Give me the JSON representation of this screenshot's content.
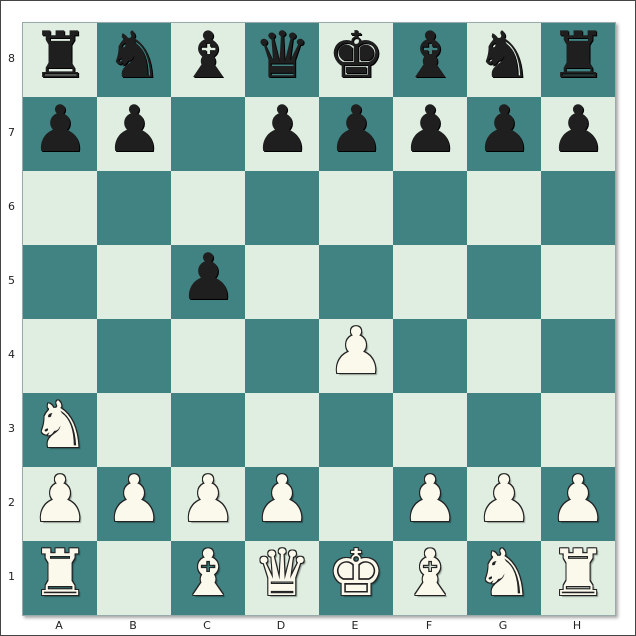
{
  "board": {
    "files": [
      "A",
      "B",
      "C",
      "D",
      "E",
      "F",
      "G",
      "H"
    ],
    "ranks": [
      "8",
      "7",
      "6",
      "5",
      "4",
      "3",
      "2",
      "1"
    ],
    "light_color": "#dfeee0",
    "dark_color": "#418282",
    "rows": [
      [
        {
          "square": "a8",
          "piece": "rook",
          "color": "black",
          "glyph": "♜"
        },
        {
          "square": "b8",
          "piece": "knight",
          "color": "black",
          "glyph": "♞"
        },
        {
          "square": "c8",
          "piece": "bishop",
          "color": "black",
          "glyph": "♝"
        },
        {
          "square": "d8",
          "piece": "queen",
          "color": "black",
          "glyph": "♛"
        },
        {
          "square": "e8",
          "piece": "king",
          "color": "black",
          "glyph": "♚"
        },
        {
          "square": "f8",
          "piece": "bishop",
          "color": "black",
          "glyph": "♝"
        },
        {
          "square": "g8",
          "piece": "knight",
          "color": "black",
          "glyph": "♞"
        },
        {
          "square": "h8",
          "piece": "rook",
          "color": "black",
          "glyph": "♜"
        }
      ],
      [
        {
          "square": "a7",
          "piece": "pawn",
          "color": "black",
          "glyph": "♟"
        },
        {
          "square": "b7",
          "piece": "pawn",
          "color": "black",
          "glyph": "♟"
        },
        {
          "square": "c7",
          "piece": null
        },
        {
          "square": "d7",
          "piece": "pawn",
          "color": "black",
          "glyph": "♟"
        },
        {
          "square": "e7",
          "piece": "pawn",
          "color": "black",
          "glyph": "♟"
        },
        {
          "square": "f7",
          "piece": "pawn",
          "color": "black",
          "glyph": "♟"
        },
        {
          "square": "g7",
          "piece": "pawn",
          "color": "black",
          "glyph": "♟"
        },
        {
          "square": "h7",
          "piece": "pawn",
          "color": "black",
          "glyph": "♟"
        }
      ],
      [
        {
          "square": "a6",
          "piece": null
        },
        {
          "square": "b6",
          "piece": null
        },
        {
          "square": "c6",
          "piece": null
        },
        {
          "square": "d6",
          "piece": null
        },
        {
          "square": "e6",
          "piece": null
        },
        {
          "square": "f6",
          "piece": null
        },
        {
          "square": "g6",
          "piece": null
        },
        {
          "square": "h6",
          "piece": null
        }
      ],
      [
        {
          "square": "a5",
          "piece": null
        },
        {
          "square": "b5",
          "piece": null
        },
        {
          "square": "c5",
          "piece": "pawn",
          "color": "black",
          "glyph": "♟"
        },
        {
          "square": "d5",
          "piece": null
        },
        {
          "square": "e5",
          "piece": null
        },
        {
          "square": "f5",
          "piece": null
        },
        {
          "square": "g5",
          "piece": null
        },
        {
          "square": "h5",
          "piece": null
        }
      ],
      [
        {
          "square": "a4",
          "piece": null
        },
        {
          "square": "b4",
          "piece": null
        },
        {
          "square": "c4",
          "piece": null
        },
        {
          "square": "d4",
          "piece": null
        },
        {
          "square": "e4",
          "piece": "pawn",
          "color": "white",
          "glyph": "♟"
        },
        {
          "square": "f4",
          "piece": null
        },
        {
          "square": "g4",
          "piece": null
        },
        {
          "square": "h4",
          "piece": null
        }
      ],
      [
        {
          "square": "a3",
          "piece": "knight",
          "color": "white",
          "glyph": "♞"
        },
        {
          "square": "b3",
          "piece": null
        },
        {
          "square": "c3",
          "piece": null
        },
        {
          "square": "d3",
          "piece": null
        },
        {
          "square": "e3",
          "piece": null
        },
        {
          "square": "f3",
          "piece": null
        },
        {
          "square": "g3",
          "piece": null
        },
        {
          "square": "h3",
          "piece": null
        }
      ],
      [
        {
          "square": "a2",
          "piece": "pawn",
          "color": "white",
          "glyph": "♟"
        },
        {
          "square": "b2",
          "piece": "pawn",
          "color": "white",
          "glyph": "♟"
        },
        {
          "square": "c2",
          "piece": "pawn",
          "color": "white",
          "glyph": "♟"
        },
        {
          "square": "d2",
          "piece": "pawn",
          "color": "white",
          "glyph": "♟"
        },
        {
          "square": "e2",
          "piece": null
        },
        {
          "square": "f2",
          "piece": "pawn",
          "color": "white",
          "glyph": "♟"
        },
        {
          "square": "g2",
          "piece": "pawn",
          "color": "white",
          "glyph": "♟"
        },
        {
          "square": "h2",
          "piece": "pawn",
          "color": "white",
          "glyph": "♟"
        }
      ],
      [
        {
          "square": "a1",
          "piece": "rook",
          "color": "white",
          "glyph": "♜"
        },
        {
          "square": "b1",
          "piece": null
        },
        {
          "square": "c1",
          "piece": "bishop",
          "color": "white",
          "glyph": "♝"
        },
        {
          "square": "d1",
          "piece": "queen",
          "color": "white",
          "glyph": "♛"
        },
        {
          "square": "e1",
          "piece": "king",
          "color": "white",
          "glyph": "♚"
        },
        {
          "square": "f1",
          "piece": "bishop",
          "color": "white",
          "glyph": "♝"
        },
        {
          "square": "g1",
          "piece": "knight",
          "color": "white",
          "glyph": "♞"
        },
        {
          "square": "h1",
          "piece": "rook",
          "color": "white",
          "glyph": "♜"
        }
      ]
    ]
  }
}
